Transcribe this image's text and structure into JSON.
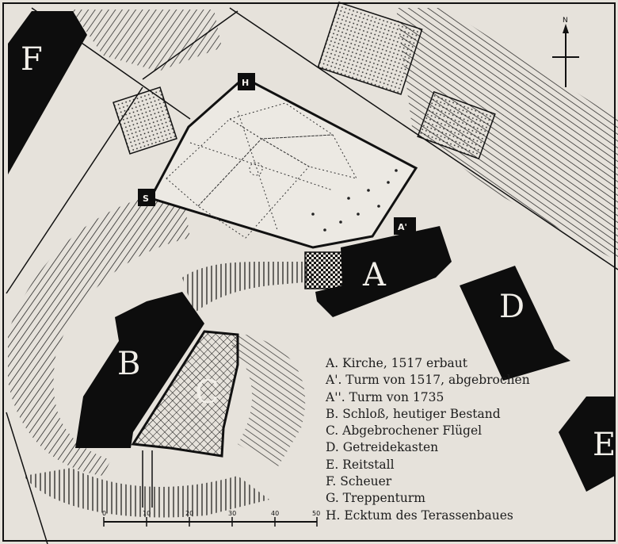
{
  "map": {
    "building_labels": {
      "A": "A",
      "A1": "A'",
      "B": "B",
      "C": "C",
      "D": "D",
      "E": "E",
      "F": "F",
      "G": "S",
      "H": "H"
    },
    "north_label": "N",
    "scale": {
      "ticks": [
        "0",
        "10",
        "20",
        "30",
        "40",
        "50"
      ]
    },
    "colors": {
      "paper": "#e6e2db",
      "ink": "#111111",
      "building": "#0d0d0d"
    }
  },
  "legend": [
    "A. Kirche, 1517 erbaut",
    "A'. Turm von 1517, abgebrochen",
    "A''. Turm von 1735",
    "B. Schloß, heutiger Bestand",
    "C. Abgebrochener Flügel",
    "D. Getreidekasten",
    "E. Reitstall",
    "F. Scheuer",
    "G. Treppenturm",
    "H. Ecktum des Terassenbaues"
  ]
}
